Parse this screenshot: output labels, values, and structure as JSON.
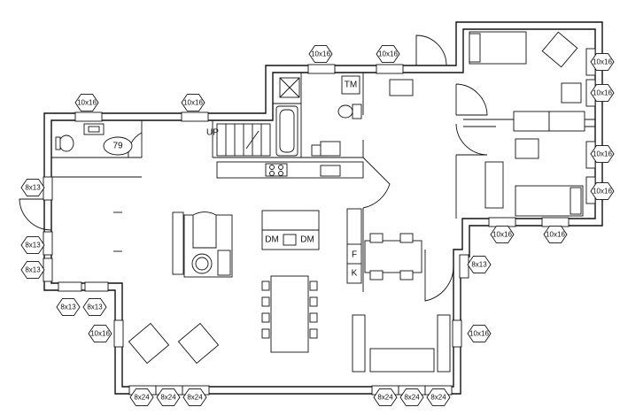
{
  "room_number": "79",
  "labels": {
    "up": "UP",
    "tm": "TM",
    "dm_left": "DM",
    "dm_right": "DM",
    "fridge": "F",
    "kitchen": "K"
  },
  "windows": [
    {
      "text": "10x16"
    },
    {
      "text": "10x16"
    },
    {
      "text": "10x16"
    },
    {
      "text": "10x16"
    },
    {
      "text": "10x16"
    },
    {
      "text": "10x16"
    },
    {
      "text": "10x16"
    },
    {
      "text": "10x16"
    },
    {
      "text": "8x13"
    },
    {
      "text": "8x13"
    },
    {
      "text": "8x13"
    },
    {
      "text": "8x13"
    },
    {
      "text": "8x13"
    },
    {
      "text": "10x16"
    },
    {
      "text": "8x24"
    },
    {
      "text": "8x24"
    },
    {
      "text": "8x24"
    },
    {
      "text": "10x16"
    },
    {
      "text": "10x16"
    },
    {
      "text": "8x13"
    },
    {
      "text": "10x16"
    },
    {
      "text": "8x24"
    },
    {
      "text": "8x24"
    },
    {
      "text": "8x24"
    }
  ]
}
